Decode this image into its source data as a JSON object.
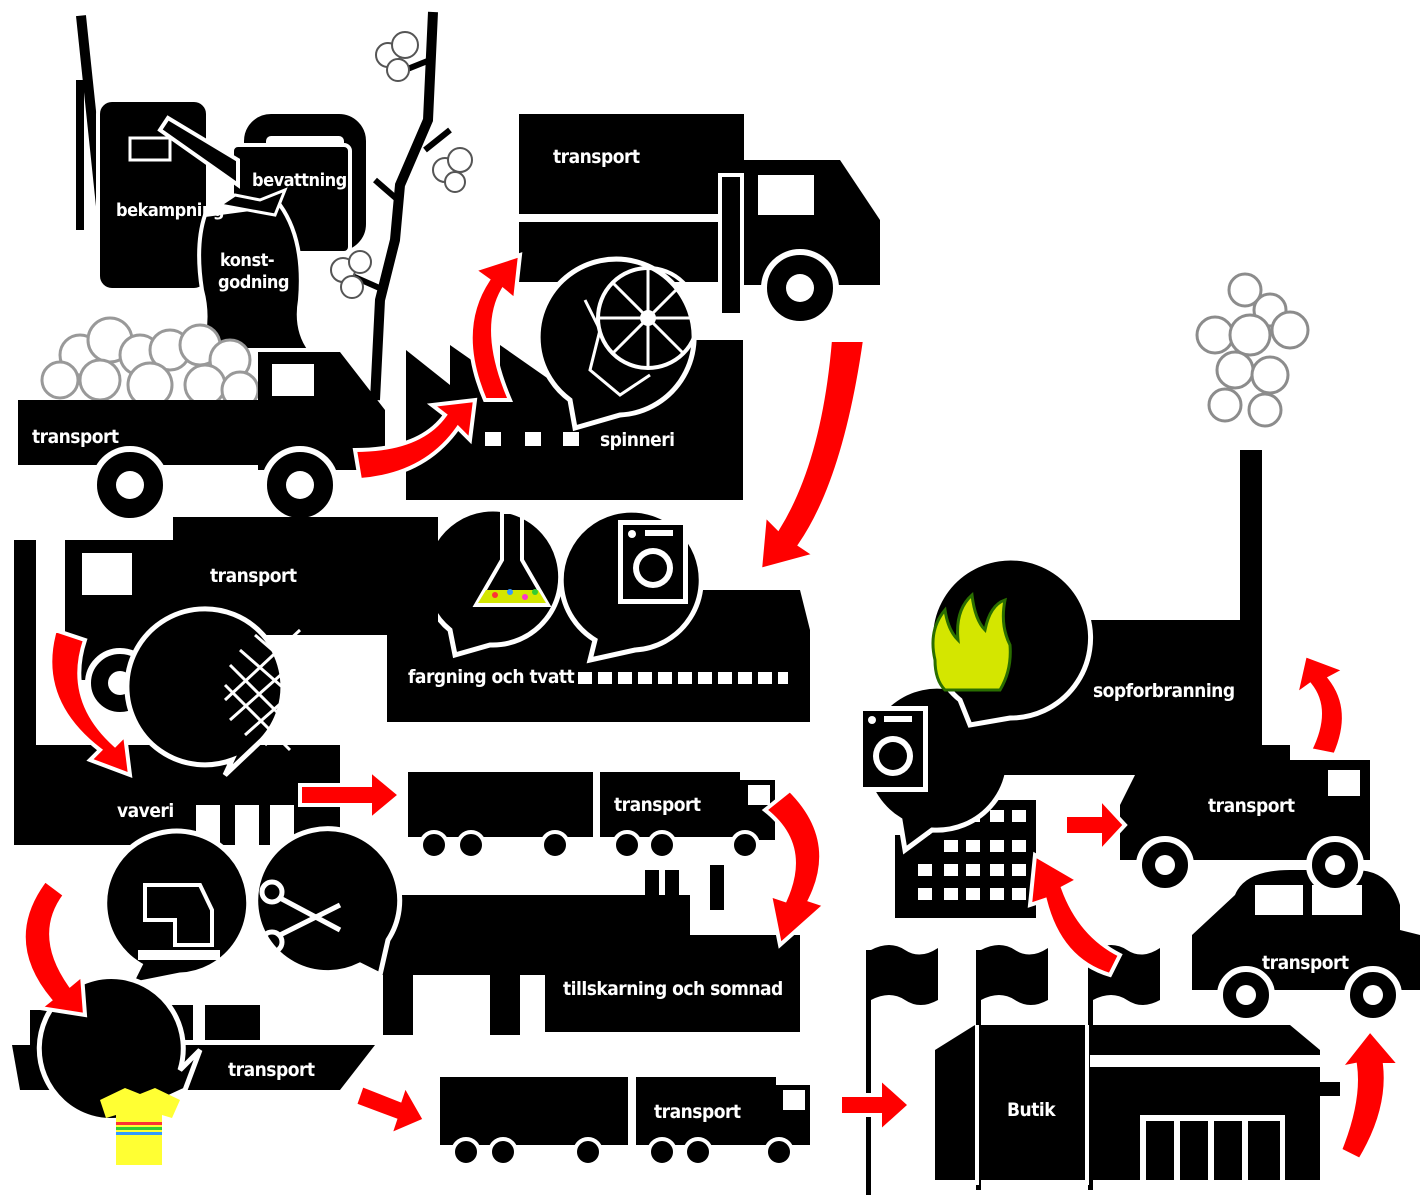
{
  "labels": {
    "bekampning": "bekampning",
    "bevattning": "bevattning",
    "konstgodning_1": "konst-",
    "konstgodning_2": "godning",
    "transport_pickup": "transport",
    "transport_top_truck": "transport",
    "spinneri": "spinneri",
    "transport_weave_truck": "transport",
    "fargning": "fargning och tvatt",
    "vaveri": "vaveri",
    "transport_trailer_mid": "transport",
    "tillskarning": "tillskarning och somnad",
    "transport_ship": "transport",
    "transport_trailer_bottom": "transport",
    "butik": "Butik",
    "transport_car": "transport",
    "transport_garbage_truck": "transport",
    "sopforbranning": "sopforbranning"
  },
  "colors": {
    "silhouette": "#000000",
    "flow_arrow": "#ff0000",
    "flame": "#d4e600",
    "tshirt_yellow": "#ffff33",
    "smoke": "#8c8c8c"
  },
  "icons": [
    "sprayer-icon",
    "watering-can-icon",
    "fertilizer-sack-icon",
    "cotton-plant-icon",
    "pickup-truck-icon",
    "spinning-wheel-icon",
    "factory-icon",
    "box-truck-icon",
    "flask-icon",
    "washing-machine-icon",
    "woven-fabric-icon",
    "sewing-machine-icon",
    "scissors-icon",
    "cargo-ship-icon",
    "tshirt-icon",
    "semi-trailer-icon",
    "flag-icon",
    "shop-icon",
    "car-icon",
    "apartment-building-icon",
    "garbage-truck-icon",
    "fire-icon",
    "chimney-smoke-icon",
    "flow-arrow-icon"
  ]
}
